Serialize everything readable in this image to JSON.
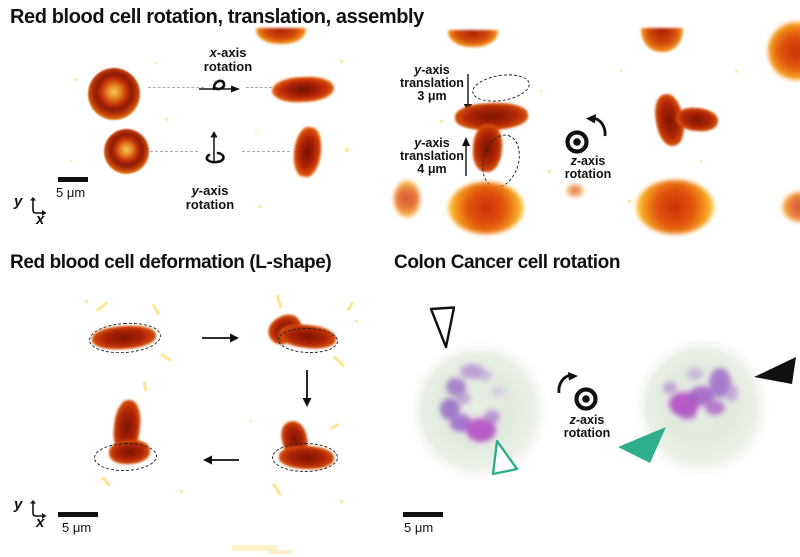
{
  "figure": {
    "panel_rbc_manipulation": {
      "title": "Red blood cell rotation, translation, assembly",
      "x_rotation": {
        "axis": "x",
        "suffix": "-axis",
        "line2": "rotation"
      },
      "y_rotation": {
        "axis": "y",
        "suffix": "-axis",
        "line2": "rotation"
      },
      "z_rotation": {
        "axis": "z",
        "suffix": "-axis",
        "line2": "rotation"
      },
      "y_translation_down": {
        "axis": "y",
        "suffix": "-axis",
        "line2": "translation",
        "value": "3 μm"
      },
      "y_translation_up": {
        "axis": "y",
        "suffix": "-axis",
        "line2": "translation",
        "value": "4 μm"
      },
      "scale_bar": "5 μm",
      "axis_marker": {
        "vertical": "y",
        "horizontal": "x"
      }
    },
    "panel_rbc_deformation": {
      "title": "Red blood cell deformation (L-shape)",
      "scale_bar": "5 μm",
      "axis_marker": {
        "vertical": "y",
        "horizontal": "x"
      }
    },
    "panel_cancer_rotation": {
      "title": "Colon Cancer cell rotation",
      "z_rotation": {
        "axis": "z",
        "suffix": "-axis",
        "line2": "rotation"
      },
      "scale_bar": "5 μm"
    }
  },
  "icons": {
    "x_rotation_icon": "right-arrow-with-rotation-loop",
    "y_rotation_icon": "up-arrow-with-rotation-loop",
    "z_rotation_icon_top": "bullseye-with-ccw-curved-arrow",
    "z_rotation_icon_bottom": "bullseye-with-cw-curved-arrow",
    "translation_arrow_down": "thin-down-arrow",
    "translation_arrow_up": "thin-up-arrow",
    "sequence_arrows": [
      "right-arrow",
      "down-arrow",
      "left-arrow"
    ],
    "pointers": [
      "open-black-arrowhead",
      "open-teal-arrowhead",
      "filled-black-arrowhead",
      "filled-teal-arrowhead"
    ]
  },
  "colors": {
    "rbc_core": "#8d1a04",
    "rbc_mid": "#c83208",
    "rbc_glow": "#ffd95e",
    "cancer_cell_body": "#e8eee4",
    "cancer_nucleus_purple": "#9a63c4",
    "cancer_nucleus_magenta": "#c04ec6",
    "pointer_teal": "#2fae8e",
    "text": "#141414",
    "dashed_outline": "#222222"
  }
}
